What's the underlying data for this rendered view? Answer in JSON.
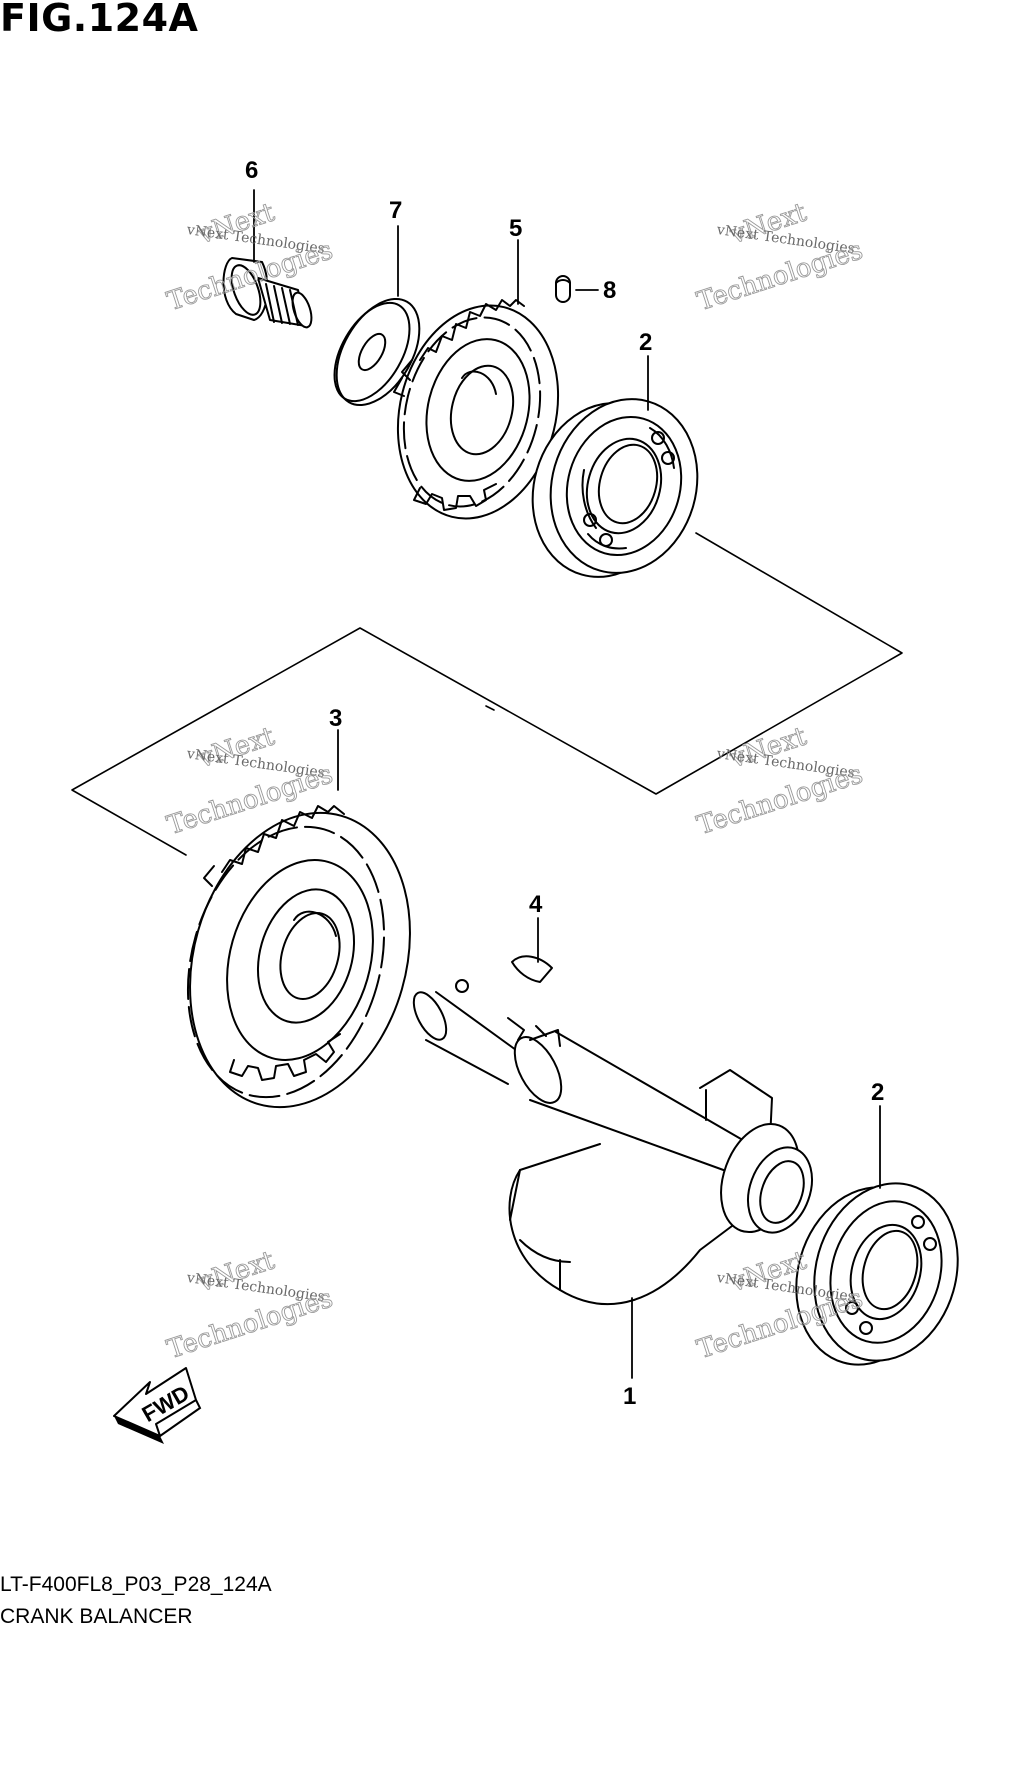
{
  "figure": {
    "title": "FIG.124A",
    "code": "LT-F400FL8_P03_P28_124A",
    "name": "CRANK BALANCER"
  },
  "callouts": [
    "6",
    "7",
    "5",
    "8",
    "2",
    "3",
    "4",
    "2",
    "1"
  ],
  "fwd_label": "FWD",
  "watermark": {
    "line1": "vNext Technologies",
    "outline_word1": "vNext",
    "outline_word2": "Technologies"
  },
  "colors": {
    "line": "#000000",
    "watermark": "#9a9a9a",
    "background": "#ffffff"
  }
}
